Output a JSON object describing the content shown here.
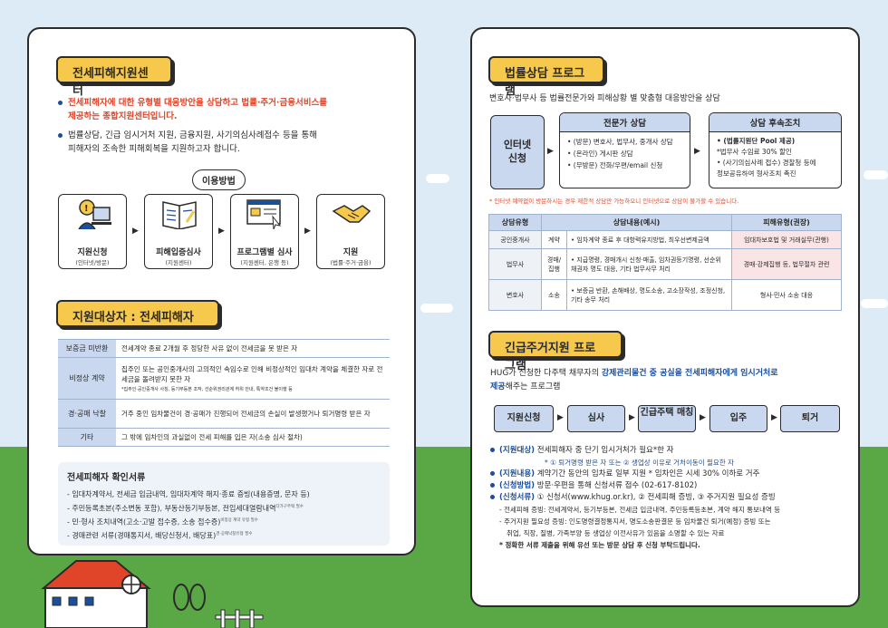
{
  "left": {
    "section1_title": "전세피해지원센터",
    "intro_red_1": "전세피해자에 대한 유형별 대응방안을 상담하고 법률·주거·금융서비스를",
    "intro_red_2": "제공하는 종합지원센터입니다.",
    "intro_2_1": "법률상담, 긴급 임시거처 지원, 금융지원, 사기의심사례접수 등을 통해",
    "intro_2_2": "피해자의 조속한 피해회복을 지원하고자 합니다.",
    "usage_label": "이용방법",
    "steps": [
      {
        "name": "지원신청",
        "sub": "(인터넷/방문)",
        "icon": "support-request-icon"
      },
      {
        "name": "피해입증심사",
        "sub": "(지원센터)",
        "icon": "document-review-icon"
      },
      {
        "name": "프로그램별 심사",
        "sub": "(지원센터, 은행 등)",
        "icon": "program-review-icon"
      },
      {
        "name": "지원",
        "sub": "(법률·주거·금융)",
        "icon": "handshake-icon"
      }
    ],
    "section2_title": "지원대상자 : 전세피해자",
    "targets": [
      {
        "head": "보증금 미반환",
        "body": "전세계약 종료 2개월 후 정당한 사유 없이 전세금을 못 받은 자",
        "note": ""
      },
      {
        "head": "비정상 계약",
        "body": "집주인 또는 공인중개사의 고의적인 속임수로 인해 비정상적인 임대차 계약을 체결한 자로 전세금을 돌려받지 못한 자",
        "note": "*집주인·공인중개사 사칭, 등기부등본 조작, 선순위권리관계 허위 안내, 특약조건 불이행 등"
      },
      {
        "head": "경·공매 낙찰",
        "body": "거주 중인 임차물건이 경·공매가 진행되어 전세금의 손실이 발생했거나 퇴거명령 받은 자",
        "note": ""
      },
      {
        "head": "기타",
        "body": "그 밖에 임차인의 과실없이 전세 피해를 입은 자(소송 심사 절차)",
        "note": ""
      }
    ],
    "docs_title": "전세피해자 확인서류",
    "docs": [
      {
        "text": "- 임대차계약서, 전세금 입금내역, 임대차계약 해지·종료 증빙(내용증명, 문자 등)",
        "sup": ""
      },
      {
        "text": "- 주민등록초본(주소변동 포함), 부동산등기부등본, 전입세대열람내역",
        "sup": "다가구주택 필수"
      },
      {
        "text": "- 민·형사 조치내역(고소·고발 접수증, 소송 접수증)",
        "sup": "비정상 계약 유형 필수"
      },
      {
        "text": "- 경매관련 서류(경매통지서, 배당신청서, 배당표)",
        "sup": "경·공매낙찰유형 필수"
      }
    ]
  },
  "right": {
    "section1_title": "법률상담 프로그램",
    "intro": "변호사·법무사 등 법률전문가와 피해상황 별 맞춤형 대응방안을 상담",
    "internet_label_1": "인터넷",
    "internet_label_2": "신청",
    "expert_title": "전문가 상담",
    "expert_items": [
      "• (방문) 변호사, 법무사, 중개사 상담",
      "• (온라인) 게시판 상담",
      "• (무방문) 전화/우편/email 신청"
    ],
    "follow_title": "상담 후속조치",
    "follow_items": [
      "• (법률지원단 Pool 제공)",
      "  *법무사 수임료 30% 할인",
      "• (사기의심사례 접수) 경찰청 등에",
      "  정보공유하여 형사조치 촉진"
    ],
    "notice": "* 인터넷 예약없이 방문하시는 경우 제한적 상담만 가능하오니 인터넷으로 상담이 불가할 수 있습니다.",
    "legal_headers": [
      "상담유형",
      "상담내용(예시)",
      "피해유형(권장)"
    ],
    "legal_rows": [
      {
        "type": "공인중개사",
        "sub": "계약",
        "content": "• 임차계약 종료 후 대항력유지방법, 최우선변제금액",
        "rec": "임대차보호법 및 거래실무(관행)"
      },
      {
        "type": "법무사",
        "sub": "경매/집행",
        "content": "• 지급명령, 경매개시 신청·매출, 임차권등기명령, 선순위 채권자 명도 대응, 기타 법무사무 처리",
        "rec": "경매·강제집행 등, 법무절차 관련"
      },
      {
        "type": "변호사",
        "sub": "소송",
        "content": "• 보증금 반환, 손해배상, 명도소송, 고소장작성, 조정신청, 기타 송무 처리",
        "rec": "형사·민사 소송 대응"
      }
    ],
    "section2_title": "긴급주거지원 프로그램",
    "hug_1a": "HUG가 신청한 다주택 채무자의 ",
    "hug_1b": "강제관리물건 중 공실을 전세피해자에게 임시거처로",
    "hug_2a": "제공",
    "hug_2b": "해주는 프로그램",
    "process": [
      "지원신청",
      "심사",
      "긴급주택 매칭",
      "입주",
      "퇴거"
    ],
    "info": [
      {
        "label": "(지원대상)",
        "text": " 전세피해자 중 단기 임시거처가 필요*한 자"
      },
      {
        "label": "",
        "text": "* ① 퇴거명령 받은 자 또는 ② 생업상 이유로 거처이동이 필요한 자"
      },
      {
        "label": "(지원내용)",
        "text": " 계약기간 동안의 임차료 일부 지원 * 임차인은 시세 30% 이하로 거주"
      },
      {
        "label": "(신청방법)",
        "text": " 방문·우편을 통해 신청서류 접수 (02-617-8102)"
      },
      {
        "label": "(신청서류)",
        "text": " ① 신청서(www.khug.or.kr), ② 전세피해 증빙, ③ 주거지원 필요성 증빙"
      },
      {
        "label": "",
        "text": "- 전세피해 증빙: 전세계약서, 등기부등본, 전세금 입금내역, 주민등록등초본, 계약 해지 통보내역 등"
      },
      {
        "label": "",
        "text": "- 주거지원 필요성 증빙: 인도명령결정통지서, 명도소송판결문 등 임차물건 퇴거(예정) 증빙 또는"
      },
      {
        "label": "",
        "text": "  취업, 직장, 질병, 가족부양 등 생업상 이전사유가 있음을 소명할 수 있는 자료"
      },
      {
        "label": "",
        "text": "* 정확한 서류 제출을 위해 유선 또는 방문 상담 후 신청 부탁드립니다."
      }
    ]
  },
  "colors": {
    "accent": "#f6c84b",
    "blue": "#1b4e9b",
    "red": "#e0452a",
    "light_blue": "#c9d8ef",
    "grass": "#5aa845"
  }
}
